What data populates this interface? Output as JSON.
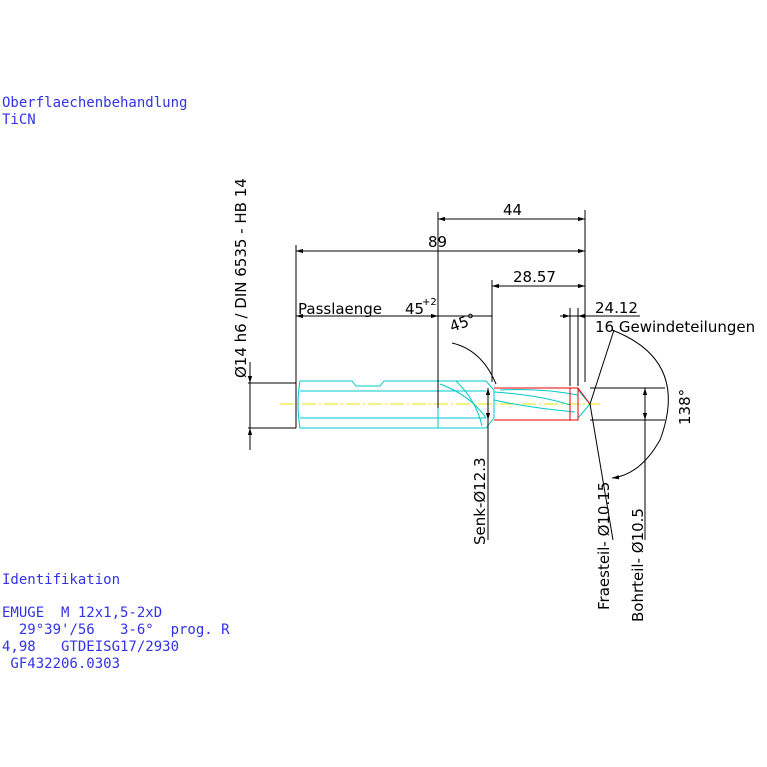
{
  "surface": {
    "heading": "Oberflaechenbehandlung",
    "value": "TiCN"
  },
  "identification": {
    "heading": "Identifikation",
    "lines": [
      "EMUGE  M 12x1,5-2xD",
      "  29°39'/56   3-6°  prog. R",
      "4,98   GTDEISG17/2930",
      " GF432206.0303"
    ]
  },
  "dimensions": {
    "d44": "44",
    "d89": "89",
    "d2857": "28.57",
    "d2412": "24.12",
    "shank": "Ø14 h6 / DIN 6535 - HB 14",
    "passlaenge": "Passlaenge",
    "pass45": "45",
    "pass45_tol": "+2",
    "chamfer_angle": "45°",
    "threads": "16 Gewindeteilungen",
    "point_angle": "138°",
    "senk": "Senk-Ø12.3",
    "fraes": "Fraesteil- Ø10.15",
    "bohr": "Bohrteil- Ø10.5"
  },
  "colors": {
    "line": "#000000",
    "tool": "#00c8c8",
    "axis": "#e6e600",
    "cut": "#e60000",
    "note": "#3232e6"
  }
}
